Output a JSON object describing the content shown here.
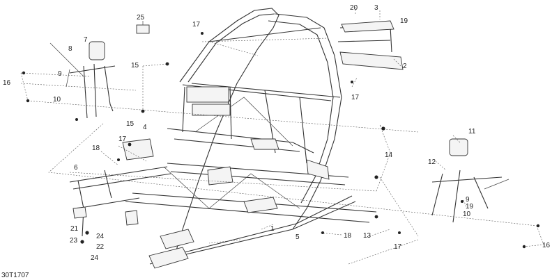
{
  "drawing_code": "30T1707",
  "callouts": {
    "n1": "1",
    "n2": "2",
    "n3": "3",
    "n4": "4",
    "n5": "5",
    "n6": "6",
    "n7": "7",
    "n8": "8",
    "n9": "9",
    "n10a": "10",
    "n10b": "10",
    "n11": "11",
    "n12": "12",
    "n13": "13",
    "n14": "14",
    "n15a": "15",
    "n15b": "15",
    "n16a": "16",
    "n16b": "16",
    "n17a": "17",
    "n17b": "17",
    "n17c": "17",
    "n17d": "17",
    "n18a": "18",
    "n18b": "18",
    "n19a": "19",
    "n19b": "19",
    "n20": "20",
    "n21": "21",
    "n22": "22",
    "n23": "23",
    "n24a": "24",
    "n24b": "24",
    "n25": "25"
  }
}
